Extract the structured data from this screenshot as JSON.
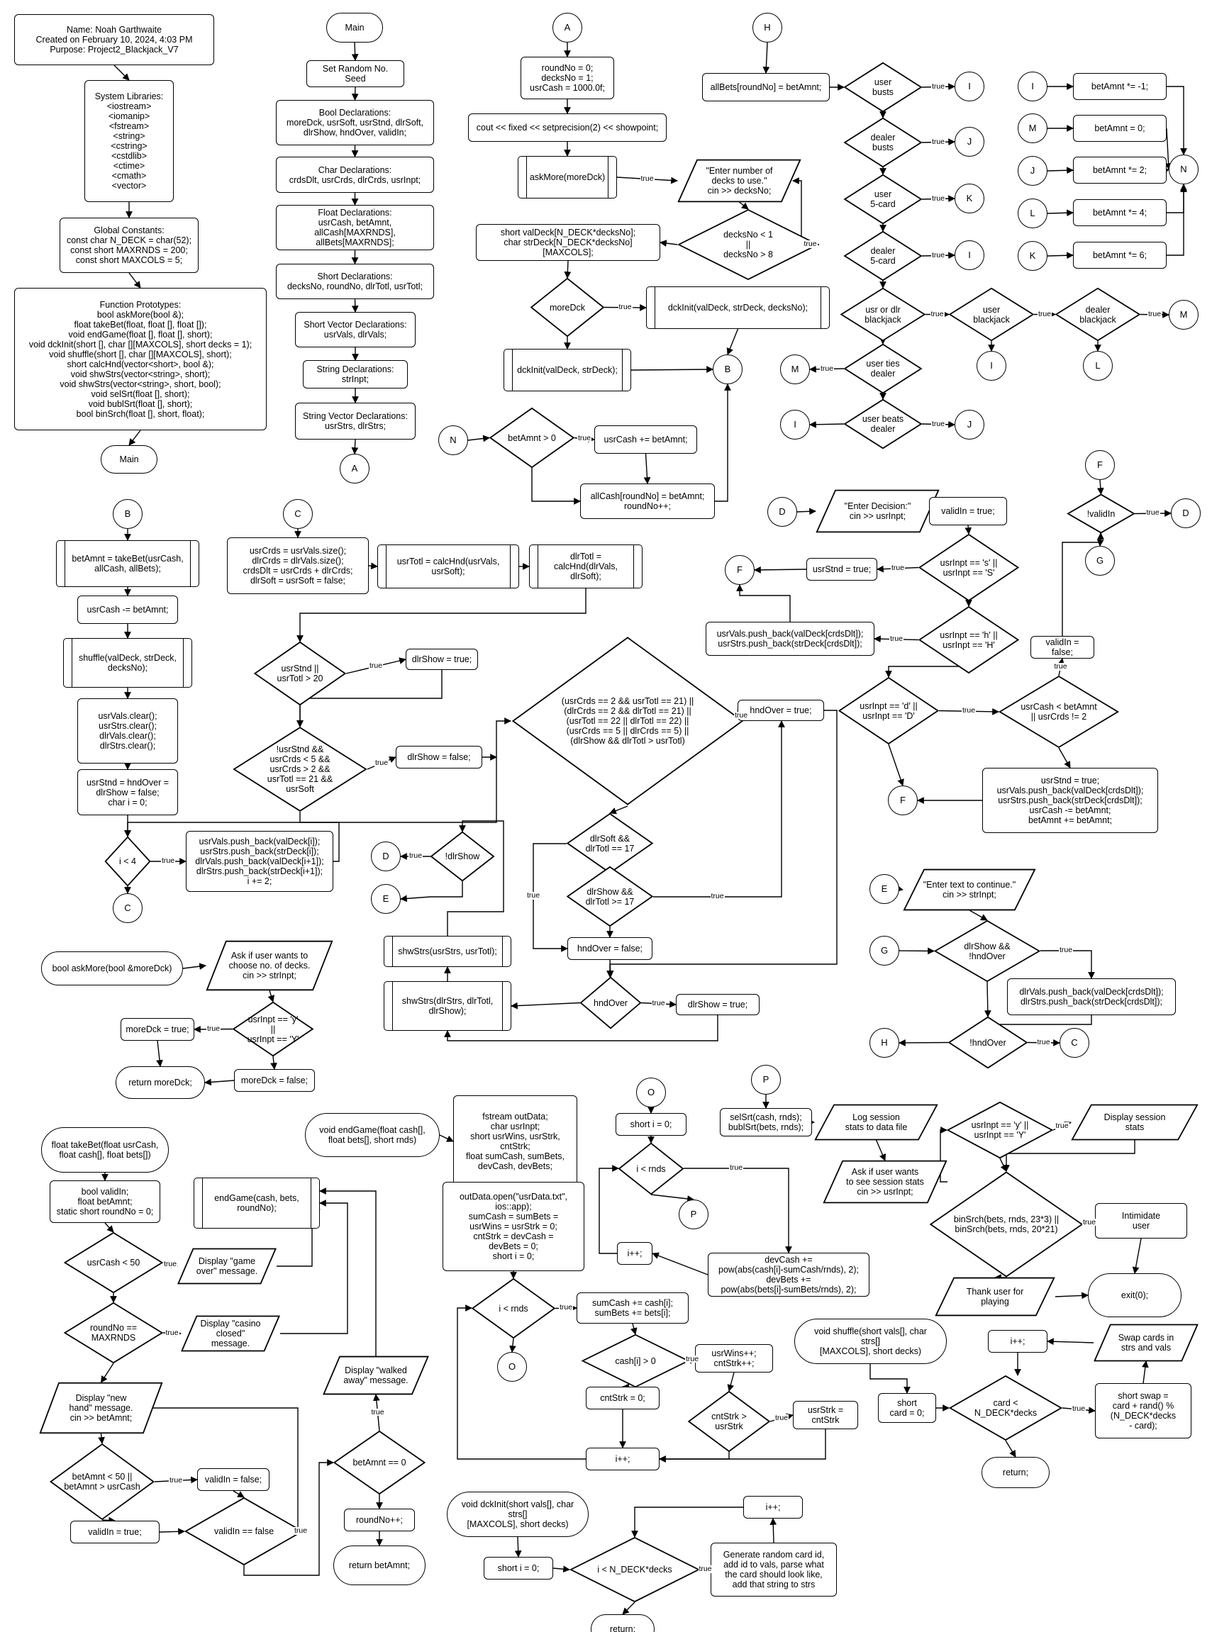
{
  "nodes": {
    "hdr": "Name: Noah Garthwaite\nCreated on February 10, 2024, 4:03 PM\nPurpose: Project2_Blackjack_V7",
    "libs": "System Libraries:\n<iostream>\n<iomanip>\n<fstream>\n<string>\n<cstring>\n<cstdlib>\n<ctime>\n<cmath>\n<vector>",
    "gconst": "Global Constants:\nconst char N_DECK  = char(52);\nconst short MAXRNDS = 200;\nconst short MAXCOLS = 5;",
    "protos": "Function Prototypes:\nbool askMore(bool &);\nfloat takeBet(float, float [], float []);\nvoid endGame(float [], float [], short);\nvoid dckInit(short [], char [][MAXCOLS], short decks = 1);\nvoid shuffle(short [], char [][MAXCOLS], short);\nshort calcHnd(vector<short>, bool &);\nvoid shwStrs(vector<string>, short);\nvoid shwStrs(vector<string>, short, bool);\nvoid selSrt(float [], short);\nvoid bublSrt(float [], short);\nbool binSrch(float [], short, float);",
    "main1": "Main",
    "main2": "Main",
    "seed": "Set Random No. Seed",
    "bool": "Bool Declarations:\nmoreDck, usrSoft, usrStnd, dlrSoft,\ndlrShow, hndOver, validIn;",
    "char": "Char Declarations:\ncrdsDlt, usrCrds, dlrCrds, usrInpt;",
    "float": "Float Declarations:\nusrCash, betAmnt, allCash[MAXRNDS],\nallBets[MAXRNDS];",
    "short": "Short Declarations:\ndecksNo, roundNo, dlrTotl, usrTotl;",
    "svec": "Short Vector Declarations:\nusrVals, dlrVals;",
    "str": "String Declarations:\nstrInpt;",
    "strvec": "String Vector Declarations:\nusrStrs, dlrStrs;",
    "cA1": "A",
    "cA2": "A",
    "init": "roundNo = 0;\ndecksNo = 1;\nusrCash = 1000.0f;",
    "cout": "cout << fixed << setprecision(2) << showpoint;",
    "askm": "askMore(moreDck)",
    "enterdecks": "\"Enter number of\ndecks to use.\"\ncin >> decksNo;",
    "declvd": "short valDeck[N_DECK*decksNo];\nchar strDeck[N_DECK*decksNo][MAXCOLS];",
    "decksno": "decksNo < 1\n||\ndecksNo > 8",
    "moredck": "moreDck",
    "dck1": "dckInit(valDeck, strDeck, decksNo);",
    "dck2": "dckInit(valDeck, strDeck);",
    "cB1": "B",
    "cN1": "N",
    "betgt0": "betAmnt > 0",
    "usrcashadd": "usrCash += betAmnt;",
    "allcash": "allCash[roundNo] = betAmnt;\nroundNo++;",
    "cH1": "H",
    "allbets": "allBets[roundNo] = betAmnt;",
    "ubust": "user\nbusts",
    "dbust": "dealer\nbusts",
    "u5": "user\n5-card",
    "d5": "dealer\n5-card",
    "uordbj": "usr or dlr\nblackjack",
    "ubj": "user\nblackjack",
    "dbj": "dealer\nblackjack",
    "uties": "user ties\ndealer",
    "ubeats": "user beats\ndealer",
    "cI1": "I",
    "cJ1": "J",
    "cK1": "K",
    "cI2": "I",
    "cM1": "M",
    "cI3": "I",
    "cL1": "L",
    "cM2": "M",
    "cI4": "I",
    "cJ2": "J",
    "rI": "I",
    "rM": "M",
    "rJ": "J",
    "rL": "L",
    "rK": "K",
    "bI": "betAmnt *= -1;",
    "bM": "betAmnt = 0;",
    "bJ": "betAmnt *= 2;",
    "bL": "betAmnt *= 4;",
    "bK": "betAmnt *= 6;",
    "rN": "N",
    "cB2": "B",
    "takebet": "betAmnt = takeBet(usrCash,\nallCash, allBets);",
    "usrcashsub": "usrCash -= betAmnt;",
    "shuffle": "shuffle(valDeck, strDeck,\ndecksNo);",
    "clears": "usrVals.clear();\nusrStrs.clear();\ndlrVals.clear();\ndlrStrs.clear();",
    "stndinit": "usrStnd = hndOver =\ndlrShow = false;\nchar i = 0;",
    "ilt4": "i < 4",
    "pushdeal": "usrVals.push_back(valDeck[i]);\nusrStrs.push_back(strDeck[i]);\ndlrVals.push_back(valDeck[i+1]);\ndlrStrs.push_back(strDeck[i+1]);\ni += 2;",
    "cC1": "C",
    "cC2": "C",
    "crds": "usrCrds = usrVals.size();\ndlrCrds = dlrVals.size();\ncrdsDlt = usrCrds + dlrCrds;\ndlrSoft = usrSoft = false;",
    "usrtotl": "usrTotl = calcHnd(usrVals,\nusrSoft);",
    "dlrtotl": "dlrTotl = calcHnd(dlrVals,\ndlrSoft);",
    "stnd20": "usrStnd ||\nusrTotl > 20",
    "dlrshowT": "dlrShow = true;",
    "notstnd": "!usrStnd &&\nusrCrds < 5 &&\nusrCrds > 2 &&\nusrTotl == 21 &&\nusrSoft",
    "dlrshowF": "dlrShow = false;",
    "bigcond": "(usrCrds == 2 && usrTotl == 21) ||\n(dlrCrds == 2 && dlrTotl == 21) ||\n(usrTotl == 22 || dlrTotl == 22) ||\n(usrCrds == 5 || dlrCrds == 5) ||\n(dlrShow && dlrTotl > usrTotl)",
    "hndoverT": "hndOver = true;",
    "dlrsoft": "dlrSoft &&\ndlrTotl == 17",
    "dlrshow17": "dlrShow &&\ndlrTotl >= 17",
    "hndoverF": "hndOver = false;",
    "hndover": "hndOver",
    "dlrshowT2": "dlrShow = true;",
    "cD1": "D",
    "cE1": "E",
    "notdlrshow": "!dlrShow",
    "shwusr": "shwStrs(usrStrs, usrTotl);",
    "shwdlr": "shwStrs(dlrStrs, dlrTotl,\ndlrShow);",
    "cD2": "D",
    "enterdec": "\"Enter Decision:\"\ncin >> usrInpt;",
    "validT": "validIn = true;",
    "isS": "usrInpt == 's' ||\nusrInpt == 'S'",
    "usrstnd": "usrStnd = true;",
    "cF1": "F",
    "isH": "usrInpt == 'h' ||\nusrInpt == 'H'",
    "pushH": "usrVals.push_back(valDeck[crdsDlt]);\nusrStrs.push_back(strDeck[crdsDlt]);",
    "isD": "usrInpt == 'd' ||\nusrInpt == 'D'",
    "cashlt": "usrCash < betAmnt\n|| usrCrds != 2",
    "validF": "validIn = false;",
    "doubled": "usrStnd = true;\nusrVals.push_back(valDeck[crdsDlt]);\nusrStrs.push_back(strDeck[crdsDlt]);\nusrCash -= betAmnt;\nbetAmnt += betAmnt;",
    "cF2": "F",
    "cF3": "F",
    "notvalid": "!validIn",
    "cD3": "D",
    "cG1": "G",
    "cE2": "E",
    "entertext": "\"Enter text to continue.\"\ncin >> strInpt;",
    "cG2": "G",
    "dlrshowhnd": "dlrShow &&\n!hndOver",
    "pushdlr": "dlrVals.push_back(valDeck[crdsDlt]);\ndlrStrs.push_back(strDeck[crdsDlt]);",
    "cH2": "H",
    "nothnd": "!hndOver",
    "cC3": "C",
    "fnAskMore": "bool askMore(bool &moreDck)",
    "askdecks": "Ask if user wants to\nchoose no. of decks.\ncin >> strInpt;",
    "yesY": "usrInpt == 'y' ||\nusrInpt == 'Y'",
    "moredckT": "moreDck = true;",
    "moredckF": "moreDck = false;",
    "retmore": "return moreDck;",
    "fnTakeBet": "float takeBet(float usrCash,\nfloat cash[], float bets[])",
    "tbdecl": "bool validIn;\nfloat betAmnt;\nstatic short roundNo = 0;",
    "cashlt50": "usrCash < 50",
    "gameover": "Display \"game\nover\" message.",
    "maxr": "roundNo ==\nMAXRNDS",
    "closed": "Display \"casino\nclosed\" message.",
    "newhand": "Display \"new\nhand\" message.\ncin >> betAmnt;",
    "betinv": "betAmnt < 50 ||\nbetAmnt > usrCash",
    "validinF": "validIn = false;",
    "validinT": "validIn = true;",
    "validinEq": "validIn == false",
    "endgamecall": "endGame(cash, bets, roundNo);",
    "walked": "Display \"walked\naway\" message.",
    "bet0": "betAmnt == 0",
    "roundinc": "roundNo++;",
    "retbet": "return betAmnt;",
    "fnEndGame": "void endGame(float cash[],\nfloat bets[], short rnds)",
    "egdecl": "fstream outData;\nchar usrInpt;\nshort usrWins, usrStrk,\ncntStrk;\nfloat sumCash, sumBets,\ndevCash, devBets;",
    "egopen": "outData.open(\"usrData.txt\",\nios::app);\nsumCash = sumBets =\nusrWins = usrStrk = 0;\ncntStrk = devCash =\ndevBets = 0;\nshort i = 0;",
    "irnds": "i < rnds",
    "sums": "sumCash += cash[i];\nsumBets += bets[i];",
    "cashgt0": "cash[i] > 0",
    "wins": "usrWins++;\ncntStrk++;",
    "cntstrk0": "cntStrk = 0;",
    "strkcmp": "cntStrk >\nusrStrk",
    "usrstrk": "usrStrk =\ncntStrk",
    "iinc1": "i++;",
    "cO1": "O",
    "cO2": "O",
    "shorti0a": "short i = 0;",
    "irnds2": "i < rnds",
    "iinc2": "i++;",
    "cP1": "P",
    "dev": "devCash +=\npow(abs(cash[i]-sumCash/rnds), 2);\ndevBets +=\npow(abs(bets[i]-sumBets/rnds), 2);",
    "cP2": "P",
    "sorts": "selSrt(cash, rnds);\nbublSrt(bets, rnds);",
    "logsess": "Log session\nstats to data file",
    "askstats": "Ask if user wants\nto see session stats\ncin >> usrInpt;",
    "yesY2": "usrInpt == 'y' ||\nusrInpt == 'Y'",
    "dispstats": "Display session\nstats",
    "binsrch": "binSrch(bets, rnds, 23*3) ||\nbinSrch(bets, rnds, 20*21)",
    "intim": "Intimidate\nuser",
    "thanks": "Thank user for\nplaying",
    "exit": "exit(0);",
    "fnShuffle": "void shuffle(short vals[], char strs[]\n[MAXCOLS], short decks)",
    "shortcard": "short\ncard = 0;",
    "cardlt": "card < N_DECK*decks",
    "swapcalc": "short swap =\ncard + rand() %\n(N_DECK*decks\n- card);",
    "swapcards": "Swap cards in\nstrs and vals",
    "iinc3": "i++;",
    "ret1": "return;",
    "fnDckInit": "void dckInit(short vals[], char strs[]\n[MAXCOLS], short decks)",
    "shorti0b": "short i = 0;",
    "ilt": "i < N_DECK*decks",
    "gen": "Generate random card id,\nadd id to vals, parse what\nthe card should look like,\nadd that string to strs",
    "iinc4": "i++;",
    "ret2": "return;"
  },
  "edge_labels": {
    "true": "true"
  }
}
